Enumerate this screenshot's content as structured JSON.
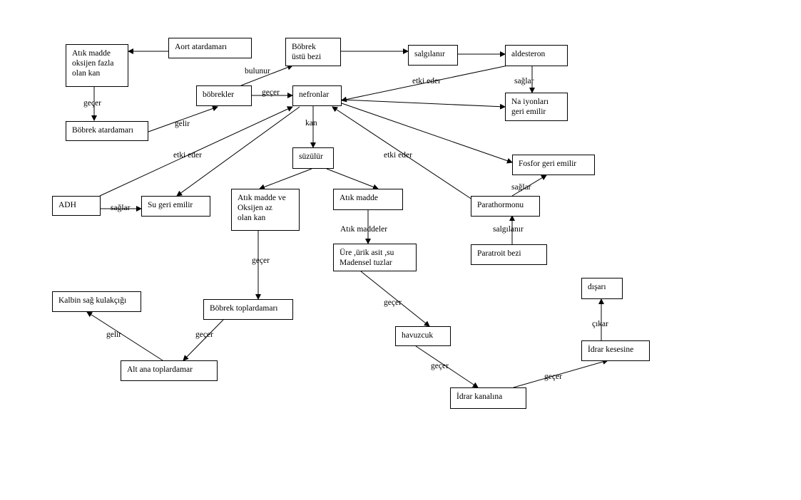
{
  "nodes": {
    "aort": "Aort  atardamarı",
    "atik_madde_oksijen_fazla": "Atık madde\noksijen fazla\nolan kan",
    "bobrek_atardamari": "Böbrek atardamarı",
    "bobrekler": "böbrekler",
    "bobrek_ustu_bezi": "Böbrek\nüstü bezi",
    "salgilanir": "salgılanır",
    "aldesteron": "aldesteron",
    "nefronlar": "nefronlar",
    "na_iyonlari": "Na iyonları\ngeri emilir",
    "suzulur": "süzülür",
    "fosfor": "Fosfor geri emilir",
    "adh": "ADH",
    "su_geri_emilir": "Su geri emilir",
    "atik_madde_oksijen_az": "Atık madde ve\nOksijen az\nolan kan",
    "atik_madde": "Atık madde",
    "parathormonu": "Parathormonu",
    "ure": "Üre ,ürik asit ,su\nMadensel tuzlar",
    "paratroit": "Paratroit bezi",
    "disari": "dışarı",
    "kalbin": "Kalbin sağ kulakçığı",
    "bobrek_toplardamari": "Böbrek toplardamarı",
    "havuzcuk": "havuzcuk",
    "idrar_kesesine": "İdrar kesesine",
    "alt_ana": "Alt ana toplardamar",
    "idrar_kanalina": "İdrar kanalına"
  },
  "edge_labels": {
    "bulunur": "bulunur",
    "gecer_bobrekler_nefronlar": "geçer",
    "gecer_oksijen_fazla": "geçer",
    "gelir_bobrek_atardamari": "gelir",
    "etki_eder_aldesteron": "etki eder",
    "saglar_aldesteron": "sağlar",
    "kan": "kan",
    "etki_eder_adh": "etki eder",
    "etki_eder_parathormon": "etki eder",
    "saglar_adh": "sağlar",
    "saglar_parathormon": "sağlar",
    "atik_maddeler": "Atık maddeler",
    "salgilanir_paratroit": "salgılanır",
    "gecer_oksijen_az": "geçer",
    "gecer_havuzcuk": "geçer",
    "cikar": "çıkar",
    "gelir_kalbin": "gelir",
    "gecer_alt_ana": "geçer",
    "gecer_idrar_kanalina": "geçer",
    "gecer_idrar_kesesine": "geçer"
  }
}
